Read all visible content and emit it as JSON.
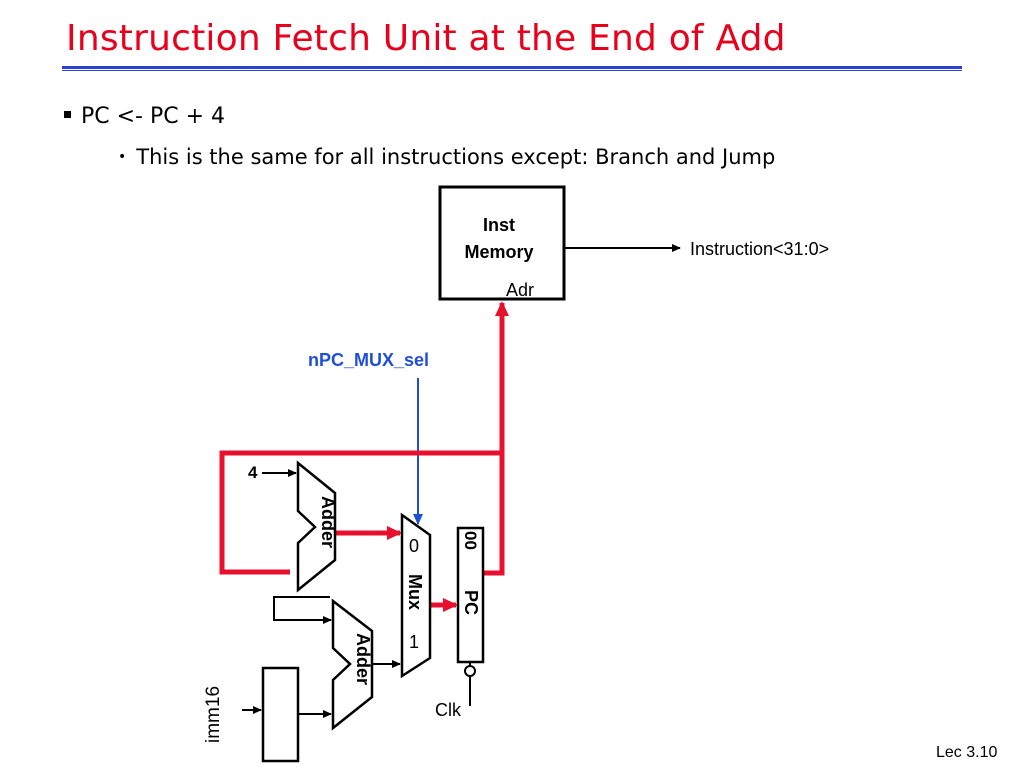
{
  "slide": {
    "title": "Instruction Fetch Unit at the End of Add",
    "bullet_main": "PC  <-  PC + 4",
    "bullet_sub": "This is the same for all instructions except: Branch and Jump",
    "footer": "Lec 3.10"
  },
  "diagram": {
    "inst_memory": {
      "line1": "Inst",
      "line2": "Memory",
      "port": "Adr"
    },
    "instruction_output": "Instruction<31:0>",
    "mux_select": "nPC_MUX_sel",
    "constant": "4",
    "adder_top": "Adder",
    "adder_bottom": "Adder",
    "mux": {
      "label": "Mux",
      "input0": "0",
      "input1": "1"
    },
    "pc_register": {
      "label": "PC",
      "marker": "00"
    },
    "clock": "Clk",
    "immediate": "imm16"
  },
  "colors": {
    "title": "#e8001c",
    "rule": "#2a3fd6",
    "active_path": "#e8102c",
    "select_line": "#1f4fd8"
  }
}
